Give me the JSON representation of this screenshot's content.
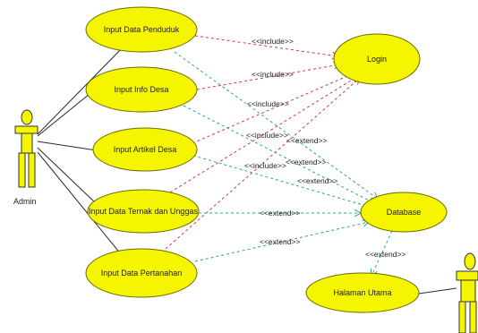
{
  "actors": [
    {
      "id": "admin",
      "label": "Admin"
    },
    {
      "id": "user",
      "label": ""
    }
  ],
  "use_cases": [
    {
      "id": "penduduk",
      "label": "Input Data Penduduk"
    },
    {
      "id": "desa",
      "label": "Input Info Desa"
    },
    {
      "id": "artikel",
      "label": "Input Artikel Desa"
    },
    {
      "id": "ternak",
      "label": "Input Data Ternak dan Unggas"
    },
    {
      "id": "pertanahan",
      "label": "Input Data Pertanahan"
    },
    {
      "id": "login",
      "label": "Login"
    },
    {
      "id": "database",
      "label": "Database"
    },
    {
      "id": "halaman",
      "label": "Halaman Utama"
    }
  ],
  "relations": {
    "include_label": "<<include>>",
    "extend_label": "<<extend>>"
  },
  "colors": {
    "use_case_fill": "#f5f500",
    "include_line": "#d43a3a",
    "extend_line": "#2fa58c"
  }
}
